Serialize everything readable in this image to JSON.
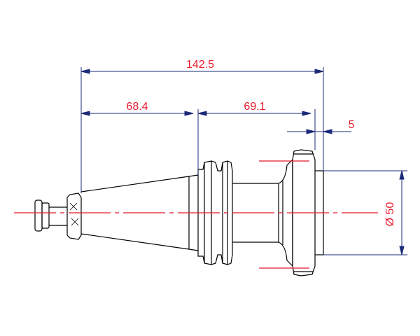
{
  "colors": {
    "outline": "#000000",
    "dimension": "#1b2a78",
    "label": "#e8192c",
    "centerline": "#e8192c",
    "background": "#ffffff"
  },
  "dimensions": {
    "overall_length": "142.5",
    "taper_length": "68.4",
    "body_length": "69.1",
    "flange_offset": "5",
    "diameter": "Ø 50"
  }
}
